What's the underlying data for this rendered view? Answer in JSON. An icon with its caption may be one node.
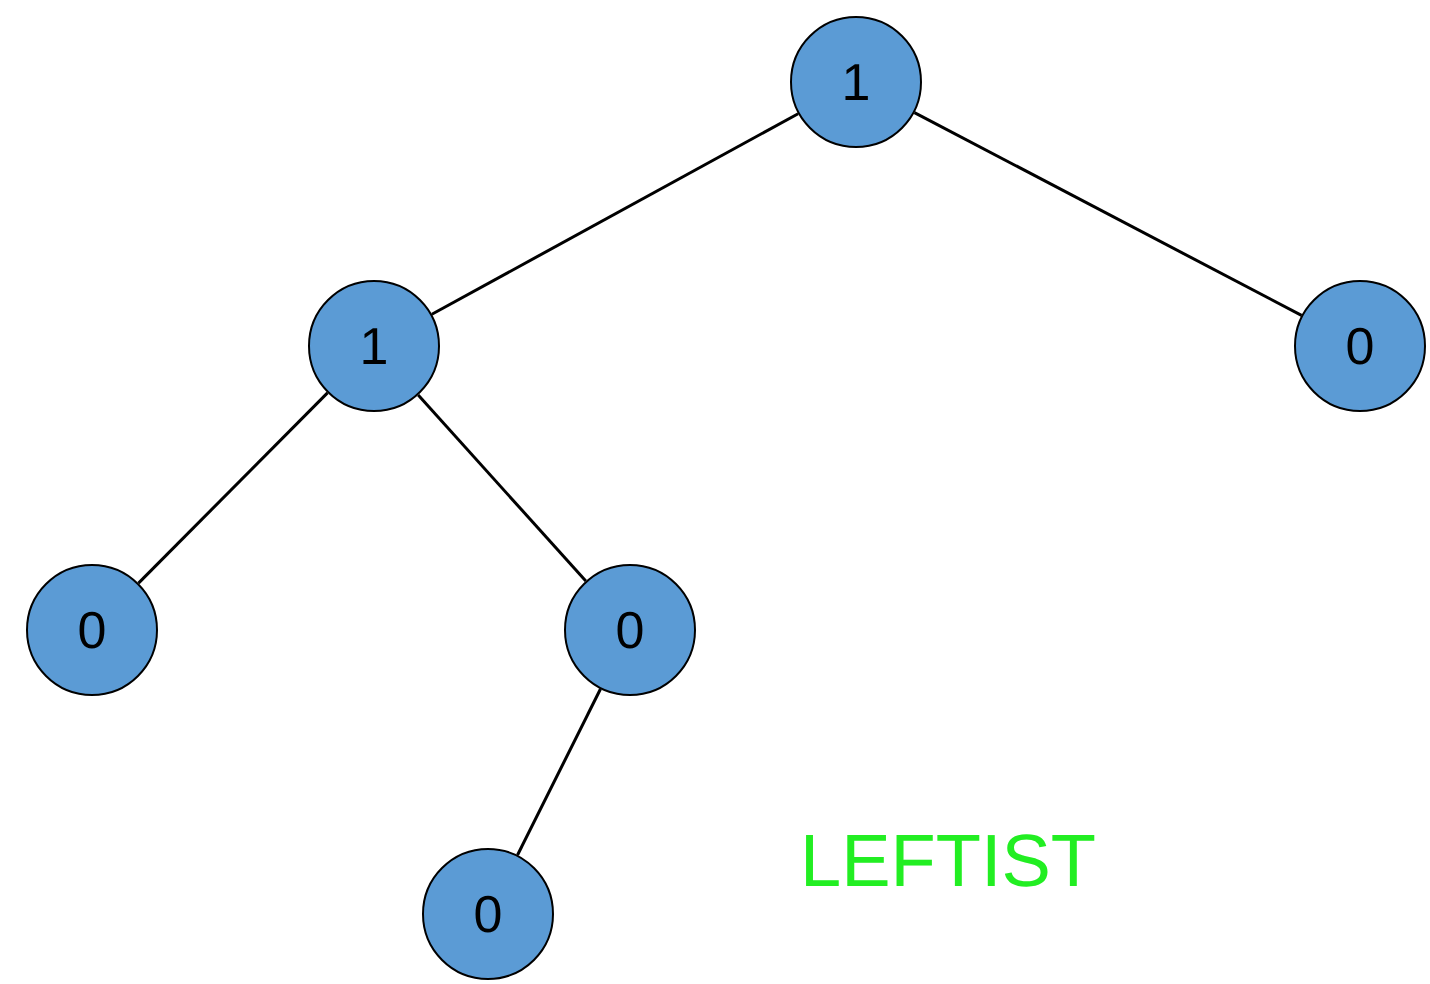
{
  "diagram": {
    "nodes": [
      {
        "text": [
          "1"
        ]
      },
      {
        "text": [
          "1"
        ]
      },
      {
        "text": [
          "0"
        ]
      },
      {
        "text": [
          "0"
        ]
      },
      {
        "text": [
          "0"
        ]
      },
      {
        "text": [
          "0"
        ]
      }
    ],
    "edges": [
      {
        "from": 0,
        "to": 1,
        "arrow": "none"
      },
      {
        "from": 0,
        "to": 2,
        "arrow": "none"
      },
      {
        "from": 1,
        "to": 3,
        "arrow": "none"
      },
      {
        "from": 1,
        "to": 4,
        "arrow": "none"
      },
      {
        "from": 4,
        "to": 5,
        "arrow": "none"
      }
    ],
    "labels": [
      "LEFTIST"
    ]
  }
}
